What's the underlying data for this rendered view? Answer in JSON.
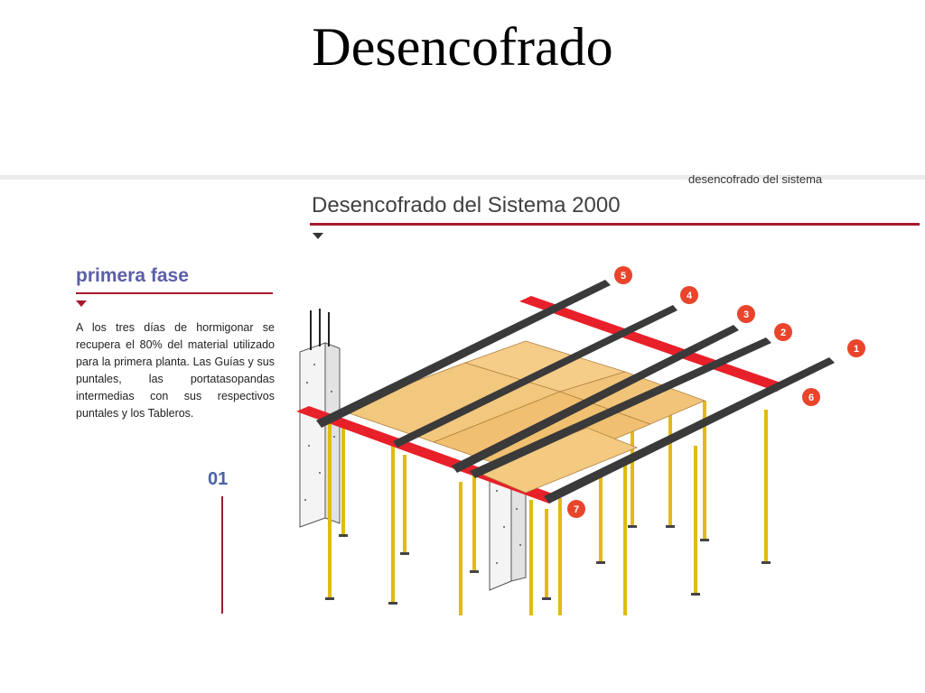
{
  "slide": {
    "title": "Desencofrado"
  },
  "document": {
    "header_snippet": "desencofrado del sistema",
    "section_title": "Desencofrado del Sistema 2000",
    "phase": {
      "title": "primera fase",
      "text": "A los tres días de hormigonar se recupera el 80% del material utilizado para la primera planta. Las Guías y sus puntales, las portatasopandas intermedias con sus respectivos puntales y los Tableros.",
      "step_number": "01"
    }
  },
  "diagram": {
    "callouts": [
      "1",
      "2",
      "3",
      "4",
      "5",
      "6",
      "7"
    ],
    "colors": {
      "callout": "#e8452c",
      "beam": "#e8202a",
      "rail": "#3a3a3a",
      "board": "#f1c37a",
      "prop": "#f4d21a",
      "column": "#f2f2f2"
    }
  }
}
